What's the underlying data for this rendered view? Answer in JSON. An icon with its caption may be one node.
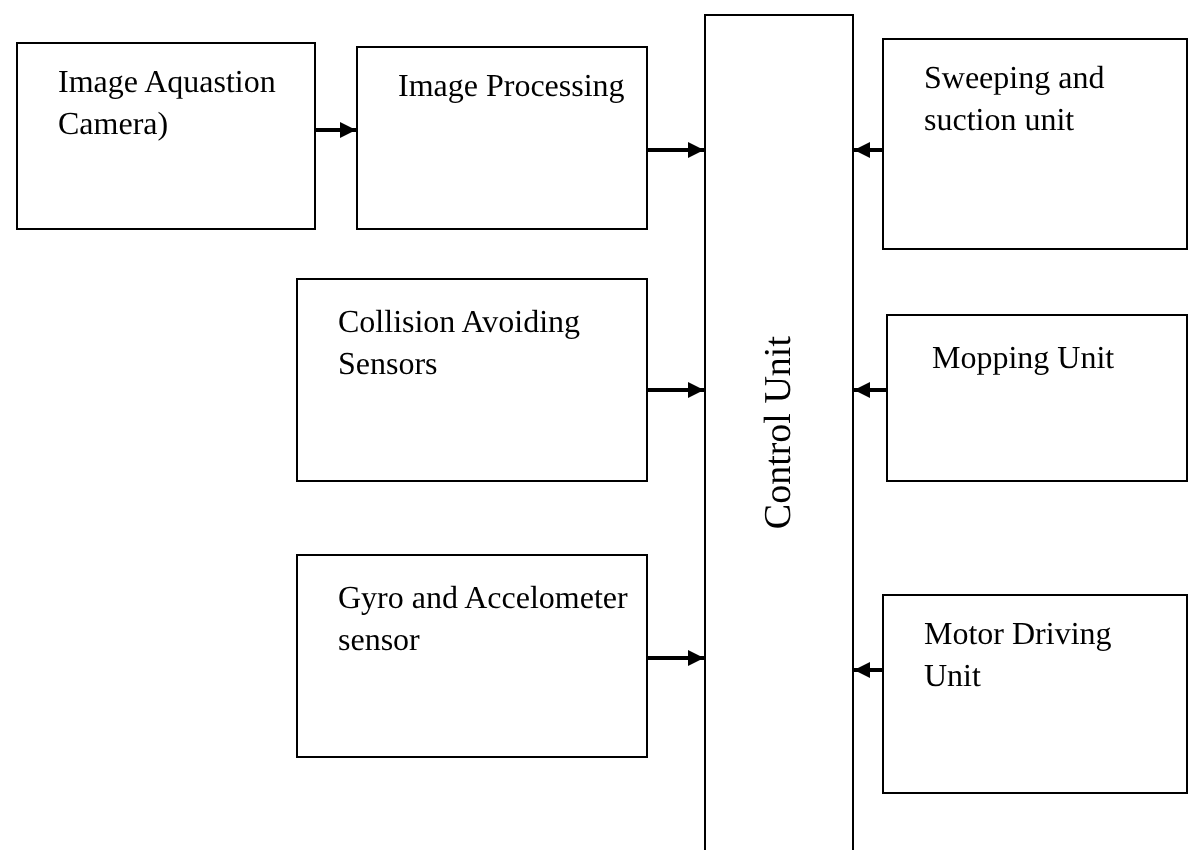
{
  "diagram": {
    "nodes": [
      {
        "text": [
          "Image Aquastion Camera)"
        ]
      },
      {
        "text": [
          "Image Processing"
        ]
      },
      {
        "text": [
          "Control Unit"
        ]
      },
      {
        "text": [
          "Collision Avoiding Sensors"
        ]
      },
      {
        "text": [
          "Gyro and Accelometer sensor"
        ]
      },
      {
        "text": [
          "Sweeping and suction unit"
        ]
      },
      {
        "text": [
          "Mopping Unit"
        ]
      },
      {
        "text": [
          "Motor Driving Unit"
        ]
      }
    ],
    "edges": [
      {
        "from": 0,
        "to": 1,
        "arrow": "to"
      },
      {
        "from": 1,
        "to": 2,
        "arrow": "to"
      },
      {
        "from": 3,
        "to": 2,
        "arrow": "to"
      },
      {
        "from": 4,
        "to": 2,
        "arrow": "to"
      },
      {
        "from": 5,
        "to": 2,
        "arrow": "to"
      },
      {
        "from": 6,
        "to": 2,
        "arrow": "to"
      },
      {
        "from": 7,
        "to": 2,
        "arrow": "to"
      }
    ]
  }
}
